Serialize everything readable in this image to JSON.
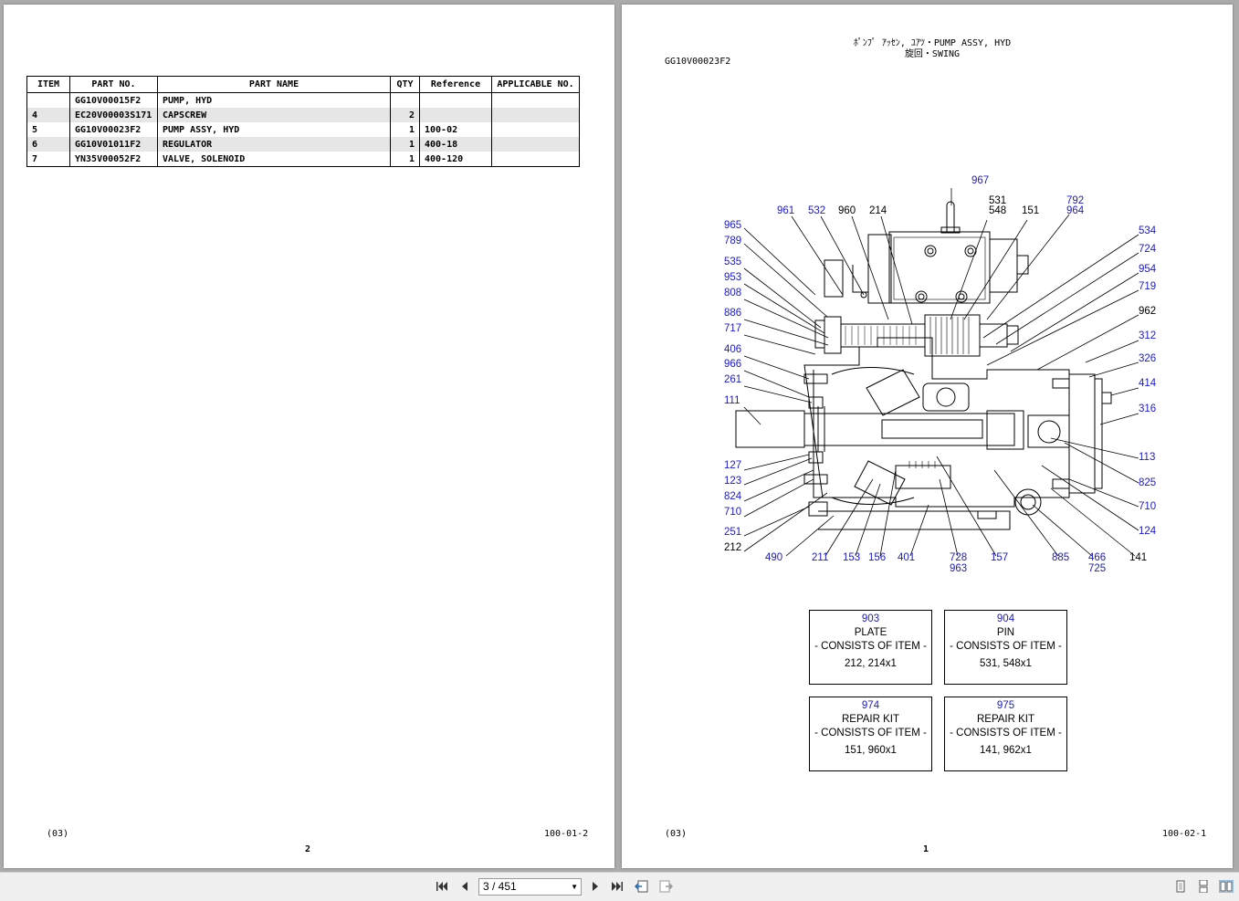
{
  "left_page": {
    "table": {
      "headers": [
        "ITEM",
        "PART NO.",
        "PART NAME",
        "QTY",
        "Reference",
        "APPLICABLE NO."
      ],
      "rows": [
        {
          "item": "",
          "part_no": "GG10V00015F2",
          "part_name": "PUMP, HYD",
          "qty": "",
          "reference": "",
          "applicable": ""
        },
        {
          "item": "4",
          "part_no": "EC20V00003S171",
          "part_name": "CAPSCREW",
          "qty": "2",
          "reference": "",
          "applicable": ""
        },
        {
          "item": "5",
          "part_no": "GG10V00023F2",
          "part_name": "PUMP ASSY, HYD",
          "qty": "1",
          "reference": "100-02",
          "applicable": ""
        },
        {
          "item": "6",
          "part_no": "GG10V01011F2",
          "part_name": "REGULATOR",
          "qty": "1",
          "reference": "400-18",
          "applicable": ""
        },
        {
          "item": "7",
          "part_no": "YN35V00052F2",
          "part_name": "VALVE, SOLENOID",
          "qty": "1",
          "reference": "400-120",
          "applicable": ""
        }
      ]
    },
    "footer": {
      "revision": "(03)",
      "page_code": "100-01-2",
      "page_number": "2"
    }
  },
  "right_page": {
    "title_line1": "ﾎﾟﾝﾌﾟ ｱｯｾﾝ, ﾕｱﾂ・PUMP ASSY, HYD",
    "title_line2": "旋回・SWING",
    "part_code": "GG10V00023F2",
    "callouts": {
      "c967": "967",
      "c961": "961",
      "c532": "532",
      "c960": "960",
      "c214": "214",
      "c531": "531",
      "c548": "548",
      "c151": "151",
      "c792": "792",
      "c964": "964",
      "c965": "965",
      "c789": "789",
      "c535": "535",
      "c953": "953",
      "c808": "808",
      "c886": "886",
      "c717": "717",
      "c406": "406",
      "c966": "966",
      "c261": "261",
      "c111": "111",
      "c127": "127",
      "c123": "123",
      "c824": "824",
      "c710a": "710",
      "c251": "251",
      "c212": "212",
      "c490": "490",
      "c211": "211",
      "c153": "153",
      "c156": "156",
      "c401": "401",
      "c728": "728",
      "c963": "963",
      "c157": "157",
      "c885": "885",
      "c466": "466",
      "c725": "725",
      "c141": "141",
      "c534": "534",
      "c724": "724",
      "c954": "954",
      "c719": "719",
      "c962": "962",
      "c312": "312",
      "c326": "326",
      "c414": "414",
      "c316": "316",
      "c113": "113",
      "c825": "825",
      "c710b": "710",
      "c124": "124"
    },
    "kits": [
      {
        "number": "903",
        "name": "PLATE",
        "consists": "- CONSISTS OF ITEM -",
        "items": "212, 214x1"
      },
      {
        "number": "904",
        "name": "PIN",
        "consists": "- CONSISTS OF ITEM -",
        "items": "531, 548x1"
      },
      {
        "number": "974",
        "name": "REPAIR KIT",
        "consists": "- CONSISTS OF ITEM -",
        "items": "151, 960x1"
      },
      {
        "number": "975",
        "name": "REPAIR KIT",
        "consists": "- CONSISTS OF ITEM -",
        "items": "141, 962x1"
      }
    ],
    "footer": {
      "revision": "(03)",
      "page_code": "100-02-1",
      "page_number": "1"
    }
  },
  "toolbar": {
    "page_indicator": "3 / 451",
    "icons": [
      "first-page-icon",
      "prev-page-icon",
      "next-page-icon",
      "last-page-icon",
      "previous-view-icon",
      "next-view-icon",
      "single-page-icon",
      "continuous-icon",
      "facing-icon"
    ]
  }
}
